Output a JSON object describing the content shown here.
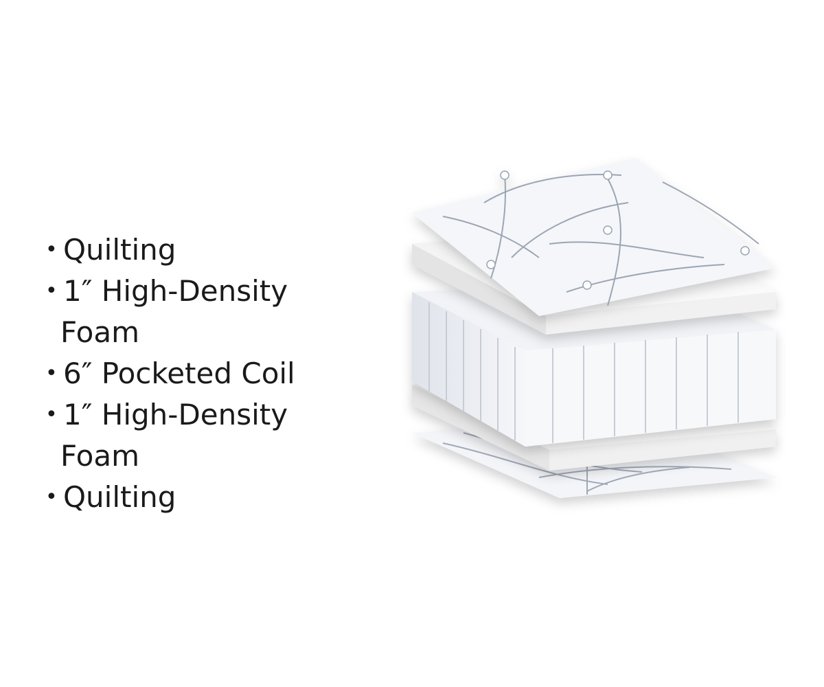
{
  "features": {
    "bullet": "•",
    "items": [
      {
        "line1": "Quilting",
        "line2": ""
      },
      {
        "line1": "1″ High-Density",
        "line2": "Foam"
      },
      {
        "line1": "6″ Pocketed Coil",
        "line2": ""
      },
      {
        "line1": "1″ High-Density",
        "line2": "Foam"
      },
      {
        "line1": "Quilting",
        "line2": ""
      }
    ]
  },
  "diagram": {
    "layers": [
      "quilting-top",
      "foam-top",
      "pocketed-coil",
      "foam-bottom",
      "quilting-bottom"
    ],
    "colors": {
      "fabric": "#f4f6f9",
      "stitch": "#8d97a8",
      "foam": "#f7f7f7",
      "foam_edge": "#e3e3e3",
      "coil": "#eef0f4"
    }
  }
}
